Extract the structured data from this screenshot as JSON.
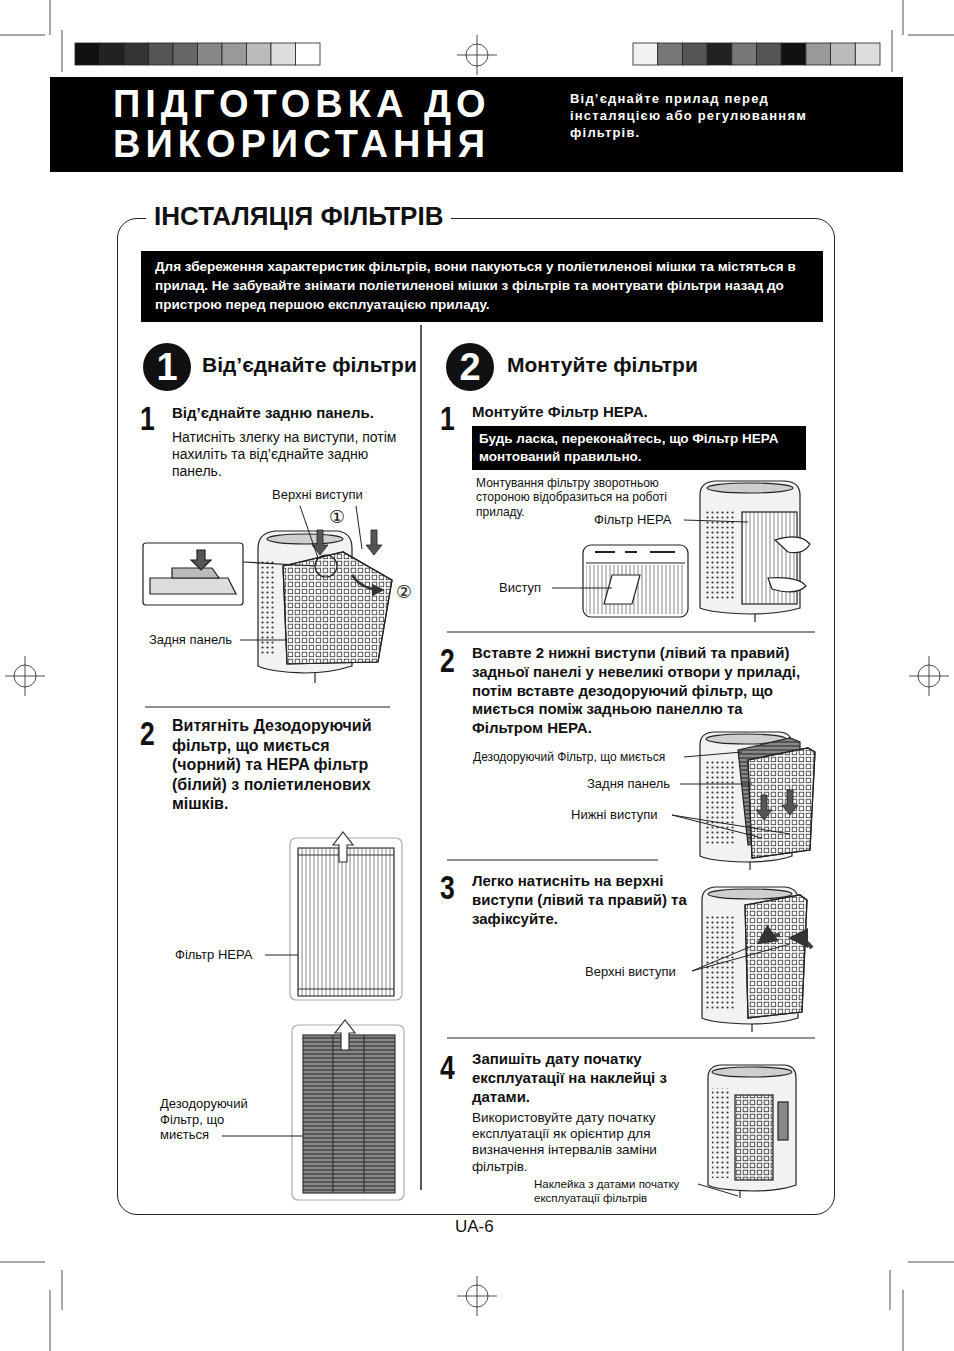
{
  "diagram": {
    "nodes": [
      {
        "text": [
          "ПІДГОТОВКА ДО ВИКОРИСТАННЯ",
          "Від’єднайте прилад перед інсталяцією або регулюванням фільтрів."
        ]
      },
      {
        "text": [
          "ІНСТАЛЯЦІЯ ФІЛЬТРІВ"
        ]
      },
      {
        "text": [
          "Для збереження характеристик фільтрів, вони пакуються у поліетиленові мішки та містяться в прилад. Не забувайте знімати поліетиленові мішки з фільтрів та монтувати фільтри назад до пристрою перед першою експлуатацією приладу."
        ],
        "in": 1
      },
      {
        "text": [
          "1",
          "Від’єднайте фільтри"
        ],
        "in": 1
      },
      {
        "text": [
          "2",
          "Монтуйте фільтри"
        ],
        "in": 1
      },
      {
        "text": [
          "Будь ласка, переконайтесь, що Фільтр HEPA монтований правильно."
        ],
        "in": 1
      }
    ],
    "labels": [
      "1",
      "Від’єднайте задню панель.",
      "Натисніть злегку на виступи, потім нахиліть та від’єднайте задню панель.",
      "Верхні виступи",
      "①",
      "②",
      "Задня панель",
      "2",
      "Витягніть Дезодоруючий фільтр, що миється (чорний) та HEPA фільтр (білий) з поліетиленових мішків.",
      "Фільтр HEPA",
      "Дезодоруючий Фільтр, що миється",
      "1",
      "Монтуйте Фільтр HEPA.",
      "Монтування фільтру зворотньою стороною відобразиться на роботі приладу.",
      "Фільтр HEPA",
      "Виступ",
      "2",
      "Вставте 2 нижні виступи (лівий та правий) задньої панелі у невеликі отвори у приладі, потім вставте дезодоруючий фільтр, що миється поміж задньою панеллю та Фільтром HEPA.",
      "Дезодоруючий Фільтр, що миється",
      "Задня панель",
      "Нижні виступи",
      "3",
      "Легко натисніть на верхні виступи (лівий та правий) та зафіксуйте.",
      "Верхні виступи",
      "4",
      "Запишіть дату початку експлуатації на наклейці з датами.",
      "Використовуйте дату початку експлуатації як орієнтир для визначення інтервалів заміни фільтрів.",
      "Наклейка з датами початку експлуатації фільтрів",
      "UA-6"
    ]
  }
}
